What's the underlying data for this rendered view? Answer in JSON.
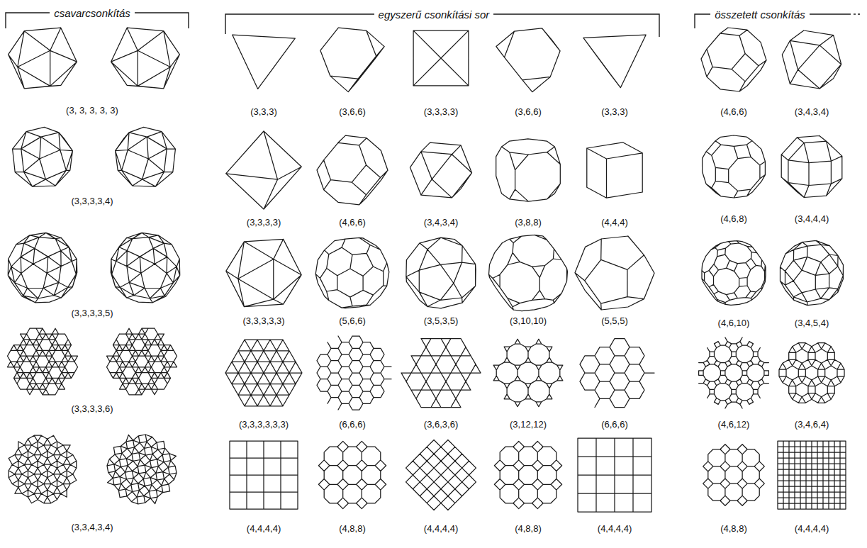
{
  "diagram": {
    "labels": [
      "csavarcsonkítás",
      "egyszerű csonkítási sor",
      "összetett csonkítás",
      "(3, 3, 3, 3, 3)",
      "(3,3,3)",
      "(3,6,6)",
      "(3,3,3,3)",
      "(3,6,6)",
      "(3,3,3)",
      "(4,6,6)",
      "(3,4,3,4)",
      "(3,3,3,3,4)",
      "(3,3,3,3)",
      "(4,6,6)",
      "(3,4,3,4)",
      "(3,8,8)",
      "(4,4,4)",
      "(4,6,8)",
      "(3,4,4,4)",
      "(3,3,3,3,5)",
      "(3,3,3,3,3)",
      "(5,6,6)",
      "(3,5,3,5)",
      "(3,10,10)",
      "(5,5,5)",
      "(4,6,10)",
      "(3,4,5,4)",
      "(3,3,3,3,6)",
      "(3,3,3,3,3,3)",
      "(6,6,6)",
      "(3,6,3,6)",
      "(3,12,12)",
      "(6,6,6)",
      "(4,6,12)",
      "(3,4,6,4)",
      "(3,3,4,3,4)",
      "(4,4,4,4)",
      "(4,8,8)",
      "(4,4,4,4)",
      "(4,8,8)",
      "(4,4,4,4)",
      "(4,8,8)",
      "(4,4,4,4)"
    ]
  }
}
